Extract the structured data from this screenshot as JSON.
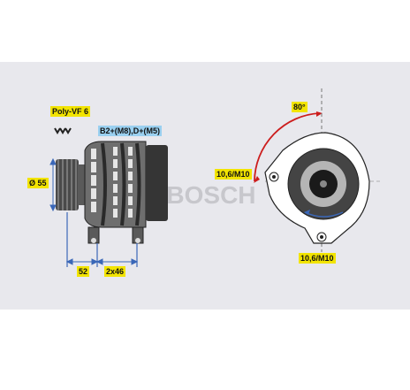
{
  "labels": {
    "belt": "Poly-VF 6",
    "terminals": "B2+(M8),D+(M5)",
    "pulley_diameter": "Ø 55",
    "dim_a": "52",
    "dim_b": "2x46",
    "angle": "80°",
    "mount_top": "10,6/M10",
    "mount_bottom": "10,6/M10",
    "watermark": "© BOSCH"
  },
  "colors": {
    "panel": "#e8e8ed",
    "highlight_yellow": "#f2e400",
    "highlight_blue": "#9ad0f0",
    "arc_red": "#cc1d1d",
    "dimension_blue": "#3a67b8",
    "body_dark": "#353535",
    "body_mid": "#6e6e6e",
    "watermark": "#c7c7cc"
  }
}
